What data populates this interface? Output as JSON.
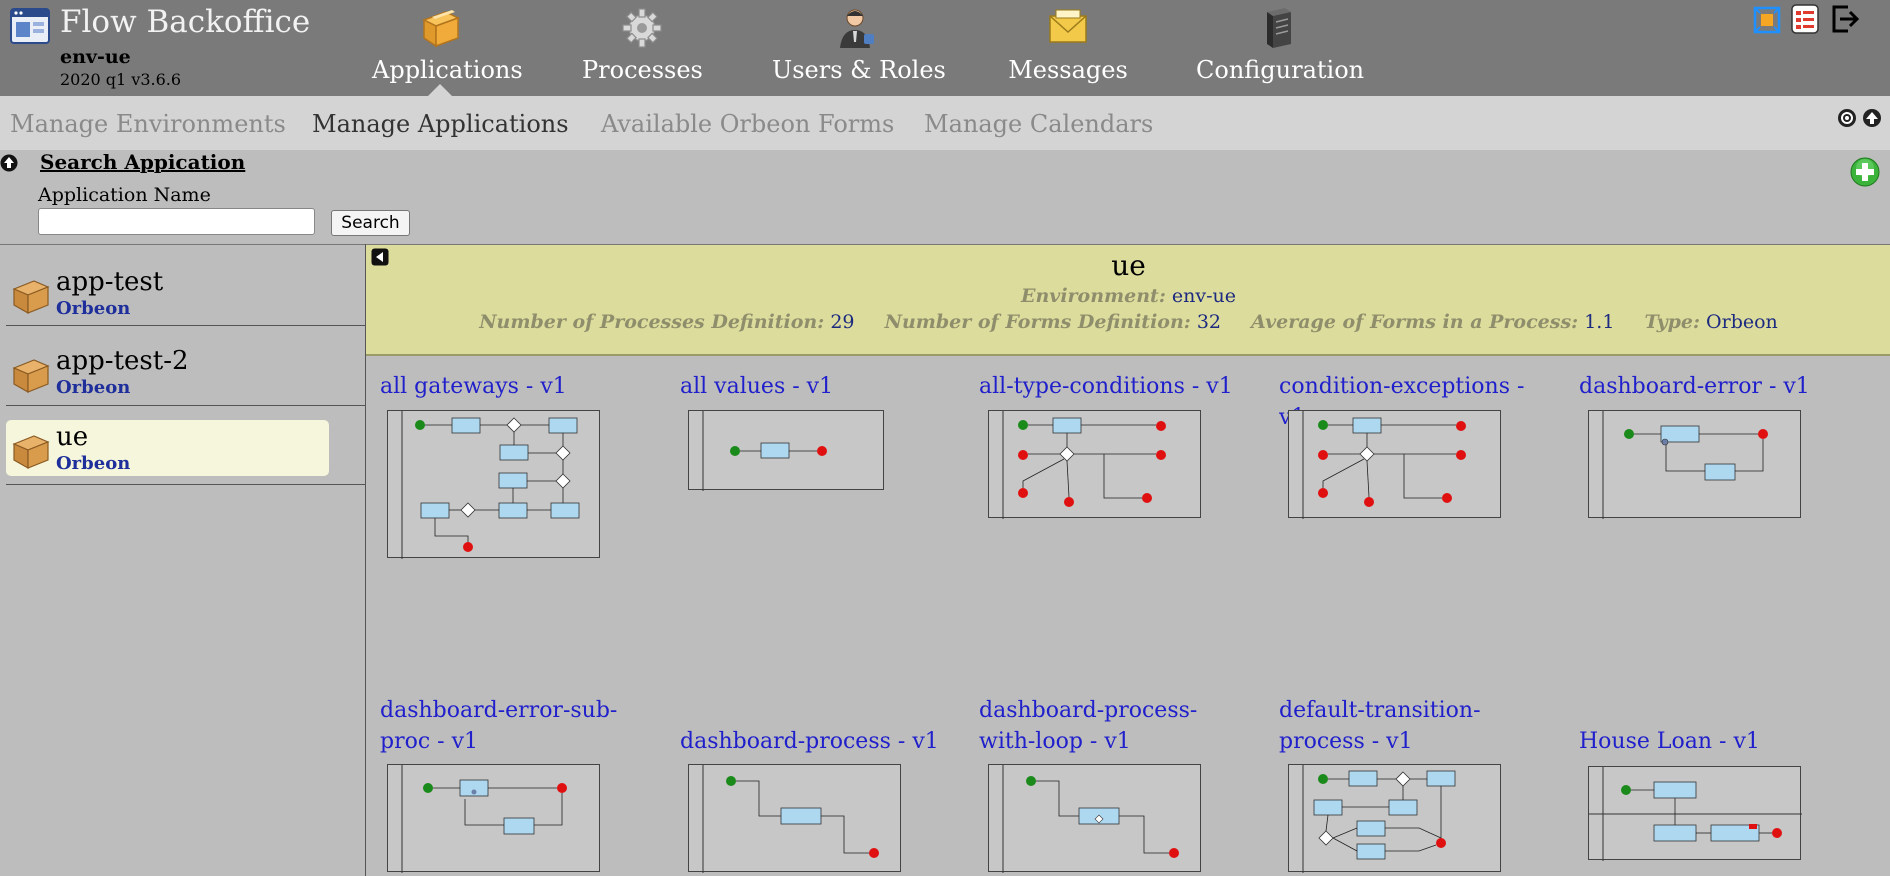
{
  "header": {
    "app_title": "Flow Backoffice",
    "environment": "env-ue",
    "version": "2020 q1 v3.6.6",
    "nav": [
      {
        "label": "Applications",
        "icon": "package-icon",
        "active": true
      },
      {
        "label": "Processes",
        "icon": "gear-icon",
        "active": false
      },
      {
        "label": "Users & Roles",
        "icon": "user-icon",
        "active": false
      },
      {
        "label": "Messages",
        "icon": "envelope-icon",
        "active": false
      },
      {
        "label": "Configuration",
        "icon": "server-icon",
        "active": false
      }
    ],
    "tool_icons": [
      "fullscreen-icon",
      "list-icon",
      "logout-icon"
    ]
  },
  "subnav": {
    "tabs": [
      {
        "label": "Manage Environments",
        "active": false
      },
      {
        "label": "Manage Applications",
        "active": true
      },
      {
        "label": "Available Orbeon Forms",
        "active": false
      },
      {
        "label": "Manage Calendars",
        "active": false
      }
    ]
  },
  "search": {
    "title": "Search Appication",
    "field_label": "Application Name",
    "value": "",
    "placeholder": "",
    "button": "Search"
  },
  "applications": [
    {
      "name": "app-test",
      "type": "Orbeon",
      "selected": false
    },
    {
      "name": "app-test-2",
      "type": "Orbeon",
      "selected": false
    },
    {
      "name": "ue",
      "type": "Orbeon",
      "selected": true
    }
  ],
  "detail": {
    "name": "ue",
    "environment_label": "Environment:",
    "environment_value": "env-ue",
    "processes_label": "Number of Processes Definition:",
    "processes_value": "29",
    "forms_label": "Number of Forms Definition:",
    "forms_value": "32",
    "avg_label": "Average of Forms in a Process:",
    "avg_value": "1.1",
    "type_label": "Type:",
    "type_value": "Orbeon"
  },
  "processes": [
    {
      "title": "all gateways - v1"
    },
    {
      "title": "all values - v1"
    },
    {
      "title": "all-type-conditions - v1"
    },
    {
      "title": "condition-exceptions - v1"
    },
    {
      "title": "dashboard-error - v1"
    },
    {
      "title": "dashboard-error-sub-proc - v1"
    },
    {
      "title": "dashboard-process - v1"
    },
    {
      "title": "dashboard-process-with-loop - v1"
    },
    {
      "title": "default-transition-process - v1"
    },
    {
      "title": "House Loan - v1"
    }
  ],
  "colors": {
    "header_bg": "#7a7a7a",
    "subnav_bg": "#d4d4d4",
    "body_bg": "#bdbdbd",
    "info_card_bg": "#dcdc9c",
    "selected_item_bg": "#f6f6dc",
    "link_blue": "#1f1fcc",
    "type_blue": "#1e2f9c"
  }
}
